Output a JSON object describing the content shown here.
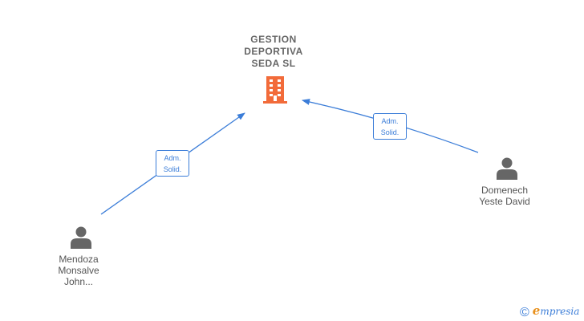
{
  "company": {
    "name_lines": [
      "GESTION",
      "DEPORTIVA",
      "SEDA  SL"
    ],
    "icon": "building-icon",
    "icon_color": "#f26b3a"
  },
  "edges": [
    {
      "from": "Mendoza Monsalve John...",
      "to": "GESTION DEPORTIVA SEDA SL",
      "role_lines": [
        "Adm.",
        "Solid."
      ]
    },
    {
      "from": "Domenech Yeste David",
      "to": "GESTION DEPORTIVA SEDA SL",
      "role_lines": [
        "Adm.",
        "Solid."
      ]
    }
  ],
  "people": [
    {
      "name_lines": [
        "Mendoza",
        "Monsalve",
        "John..."
      ],
      "icon": "person-icon"
    },
    {
      "name_lines": [
        "Domenech",
        "Yeste David"
      ],
      "icon": "person-icon"
    }
  ],
  "colors": {
    "edge": "#3b7dd8",
    "person": "#666666",
    "text": "#555555"
  },
  "watermark": {
    "copyright": "©",
    "brand_first": "e",
    "brand_rest": "mpresia"
  }
}
